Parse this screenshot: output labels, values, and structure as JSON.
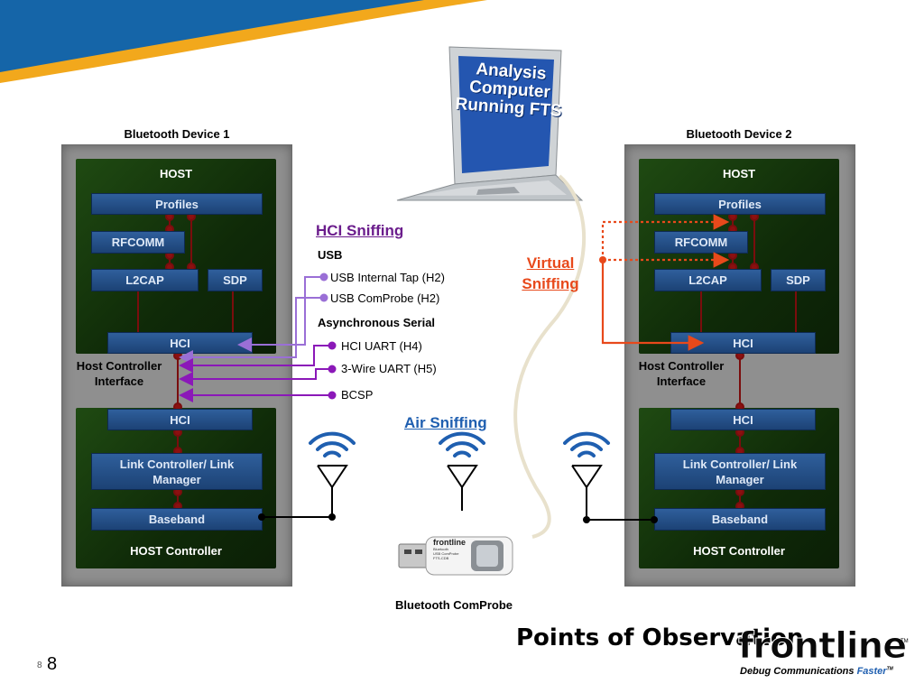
{
  "slide": {
    "title": "Points of Observation",
    "page_small": "8",
    "page_big": "8"
  },
  "devices": {
    "left": {
      "title": "Bluetooth Device 1",
      "host": "HOST",
      "profiles": "Profiles",
      "rfcomm": "RFCOMM",
      "l2cap": "L2CAP",
      "sdp": "SDP",
      "hci_top": "HCI",
      "hci_interface": "Host Controller Interface",
      "hci_bottom": "HCI",
      "link": "Link Controller/ Link Manager",
      "baseband": "Baseband",
      "host_controller": "HOST Controller"
    },
    "right": {
      "title": "Bluetooth Device 2",
      "host": "HOST",
      "profiles": "Profiles",
      "rfcomm": "RFCOMM",
      "l2cap": "L2CAP",
      "sdp": "SDP",
      "hci_top": "HCI",
      "hci_interface": "Host Controller Interface",
      "hci_bottom": "HCI",
      "link": "Link Controller/ Link Manager",
      "baseband": "Baseband",
      "host_controller": "HOST Controller"
    }
  },
  "laptop": {
    "screen_lines": [
      "Analysis",
      "Computer",
      "Running FTS"
    ]
  },
  "hci_sniffing": {
    "heading": "HCI Sniffing",
    "usb_heading": "USB",
    "usb_options": [
      "USB Internal Tap (H2)",
      "USB ComProbe (H2)"
    ],
    "serial_heading": "Asynchronous Serial",
    "serial_options": [
      "HCI UART (H4)",
      "3-Wire UART (H5)",
      "BCSP"
    ]
  },
  "virtual_sniffing": {
    "heading": "Virtual Sniffing"
  },
  "air_sniffing": {
    "heading": "Air Sniffing"
  },
  "comprobe": {
    "label": "Bluetooth ComProbe",
    "brand": "frontline",
    "fine_print": [
      "Bluetooth",
      "USB ComProbe",
      "FTS-CDB"
    ]
  },
  "logo": {
    "brand": "frontline",
    "tm": "TM",
    "tagline_main": "Debug Communications ",
    "tagline_accent": "Faster",
    "tagline_tm": "TM"
  },
  "colors": {
    "purple": "#8B18B8",
    "orange": "#E8491B",
    "dark_red": "#7a0d0d",
    "blue_heading": "#1f5fb0",
    "wifi_blue": "#1f5fb0"
  }
}
